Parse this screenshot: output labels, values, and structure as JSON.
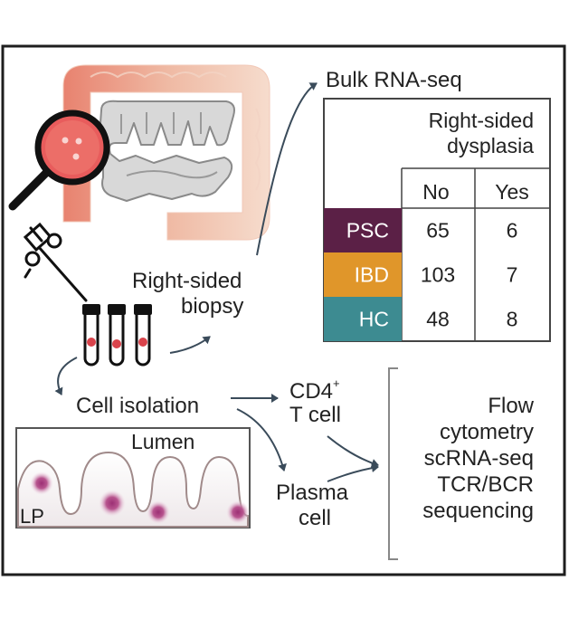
{
  "labels": {
    "bulk_rnaseq": "Bulk RNA-seq",
    "table_header_line1": "Right-sided",
    "table_header_line2": "dysplasia",
    "col_no": "No",
    "col_yes": "Yes",
    "biopsy_line1": "Right-sided",
    "biopsy_line2": "biopsy",
    "cell_isolation": "Cell isolation",
    "lumen": "Lumen",
    "lp": "LP",
    "cd4_base": "CD4",
    "cd4_sup": "+",
    "t_cell": "T cell",
    "plasma_line1": "Plasma",
    "plasma_line2": "cell"
  },
  "table": {
    "rows": [
      {
        "group": "PSC",
        "no": "65",
        "yes": "6",
        "color": "#5b2046"
      },
      {
        "group": "IBD",
        "no": "103",
        "yes": "7",
        "color": "#e0962a"
      },
      {
        "group": "HC",
        "no": "48",
        "yes": "8",
        "color": "#3d8b91"
      }
    ]
  },
  "assays": [
    "Flow",
    "cytometry",
    "scRNA-seq",
    "TCR/BCR",
    "sequencing"
  ],
  "colors": {
    "frame": "#1e1e1e",
    "colon_start": "#e8826f",
    "colon_end": "#f6dccd",
    "intestine_fill": "#d8d8d8",
    "magnifier_fill": "#e85c5c",
    "cell_dot": "#9c2f74",
    "tissue_line": "#a08a8a"
  }
}
